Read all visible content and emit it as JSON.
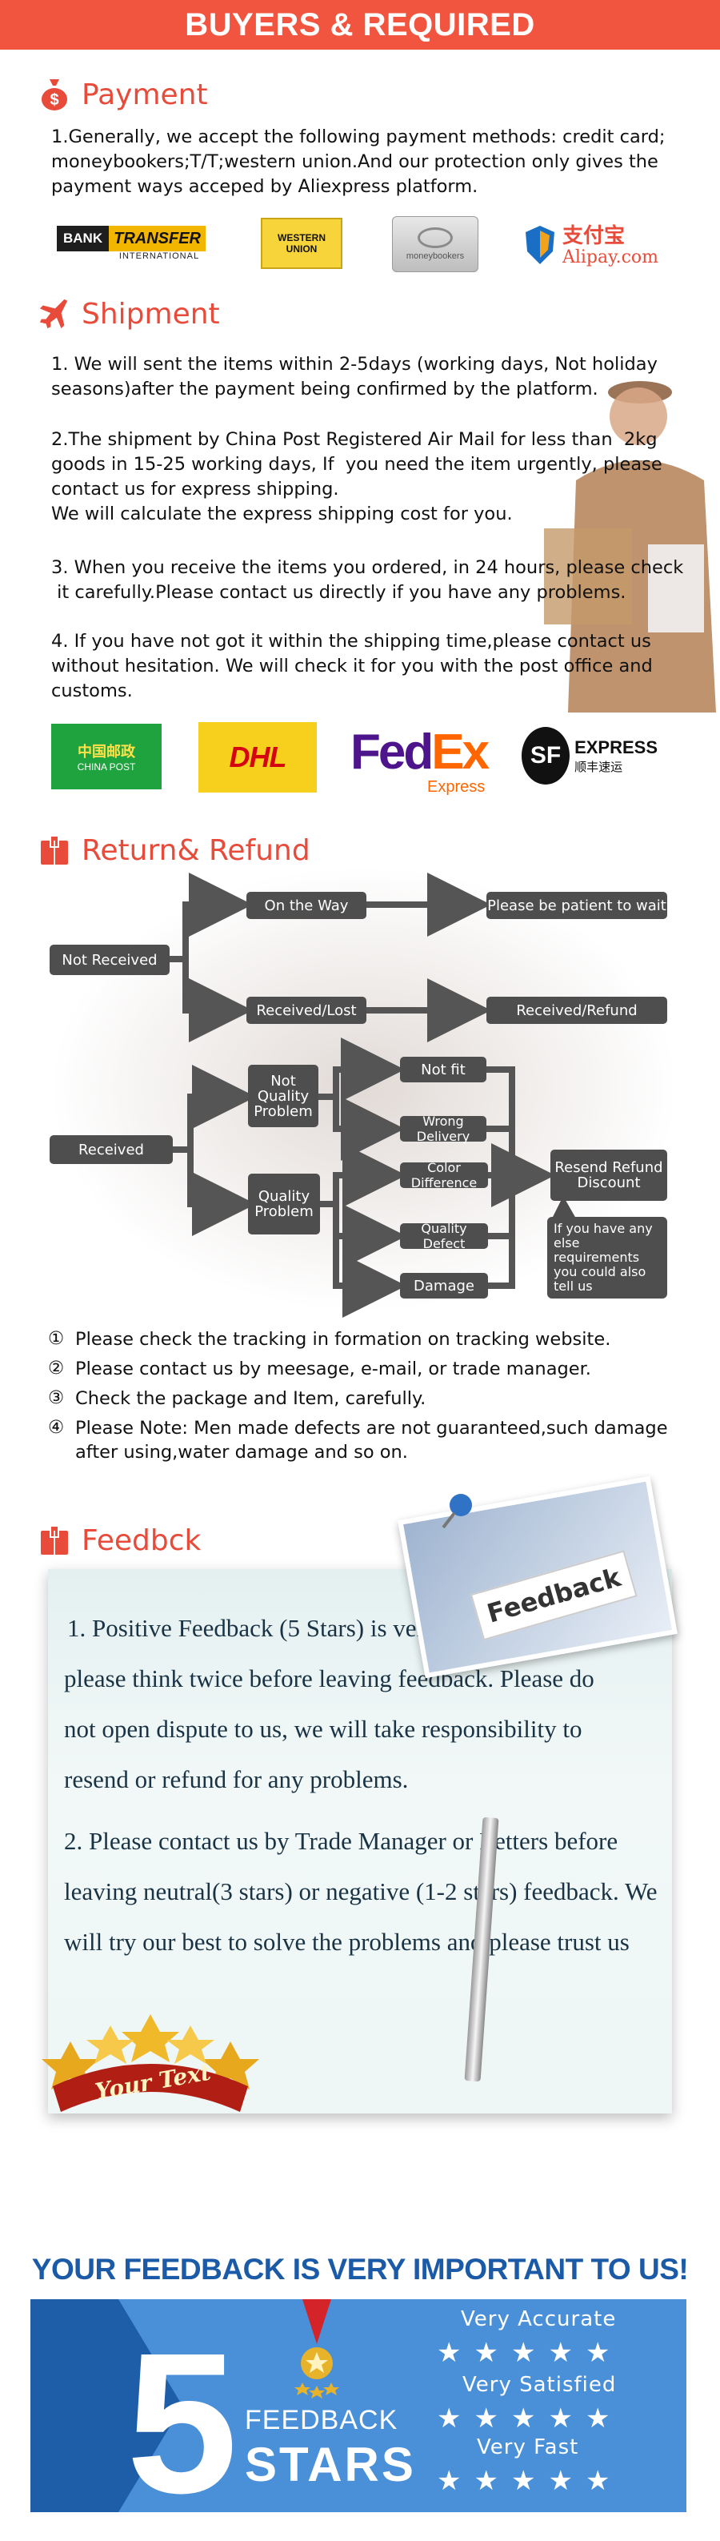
{
  "banner": {
    "title": "BUYERS & REQUIRED"
  },
  "payment": {
    "heading": "Payment",
    "text": "1.Generally, we accept the following payment methods: credit card;\nmoneybookers;T/T;western union.And our protection only gives the\npayment ways acceped by Aliexpress platform.",
    "logos": {
      "bank_left": "BANK",
      "bank_right": "TRANSFER",
      "bank_sub": "INTERNATIONAL",
      "western_union": "WESTERN UNION",
      "moneybookers": "moneybookers",
      "alipay_cn": "支付宝",
      "alipay_en": "Alipay.com"
    }
  },
  "shipment": {
    "heading": "Shipment",
    "p1": "1. We will sent the items within 2-5days (working days, Not holiday\nseasons)after the payment being confirmed by the platform.",
    "p2": "2.The shipment by China Post Registered Air Mail for less than  2kg\ngoods in 15-25 working days, If  you need the item urgently, please\ncontact us for express shipping.\nWe will calculate the express shipping cost for you.",
    "p3": "3. When you receive the items you ordered, in 24 hours, please check\n it carefully.Please contact us directly if you have any problems.",
    "p4": "4. If you have not got it within the shipping time,please contact us\nwithout hesitation. We will check it for you with the post office and\ncustoms.",
    "logos": {
      "china_post_cn": "中国邮政",
      "china_post_en": "CHINA POST",
      "dhl": "DHL",
      "fedex_fe": "Fed",
      "fedex_ex": "Ex",
      "fedex_sub": "Express",
      "sf": "SF",
      "sf_en": "EXPRESS",
      "sf_cn": "顺丰速运"
    }
  },
  "refund": {
    "heading": "Return& Refund",
    "flow": {
      "not_received": "Not Received",
      "on_the_way": "On the Way",
      "be_patient": "Please be patient to wait",
      "received_lost": "Received/Lost",
      "received_refund": "Received/Refund",
      "received": "Received",
      "not_quality": "Not Quality Problem",
      "quality": "Quality Problem",
      "not_fit": "Not fit",
      "wrong_delivery": "Wrong Delivery",
      "color_difference": "Color Difference",
      "quality_defect": "Quality Defect",
      "damage": "Damage",
      "resend": "Resend Refund Discount",
      "tooltip": "If you have any else requirements you could also tell us"
    },
    "notes": [
      {
        "mark": "①",
        "text": "Please check the tracking in formation on tracking website."
      },
      {
        "mark": "②",
        "text": "Please contact us by meesage, e-mail, or trade manager."
      },
      {
        "mark": "③",
        "text": "Check the package and Item, carefully."
      },
      {
        "mark": "④",
        "text": "Please Note: Men made defects  are not guaranteed,such damage after using,water damage and so on."
      }
    ]
  },
  "feedback": {
    "heading": "Feedbck",
    "photo_label": "Feedback",
    "lines": [
      "1. Positive Feedback (5 Stars) is very important to us,",
      "please think twice before leaving feedback. Please do",
      "not open dispute to us,   we will take responsibility to",
      "resend or refund for any problems.",
      "2. Please contact us by Trade Manager or Letters before",
      "leaving neutral(3 stars) or negative (1-2 stars) feedback. We",
      "will try our best to solve the problems and please trust us"
    ],
    "badge": "Your Text"
  },
  "five_star": {
    "headline": "YOUR FEEDBACK IS VERY IMPORTANT TO US!",
    "number": "5",
    "feedback": "FEEDBACK",
    "stars_word": "STARS",
    "ratings": [
      "Very Accurate",
      "Very Satisfied",
      "Very Fast"
    ],
    "star_glyph": "★"
  },
  "colors": {
    "banner": "#f2553f",
    "heading": "#e84b3a",
    "flow_box": "#4e4e4e",
    "blue_dark": "#1e5ea8",
    "blue": "#4a90d9"
  }
}
